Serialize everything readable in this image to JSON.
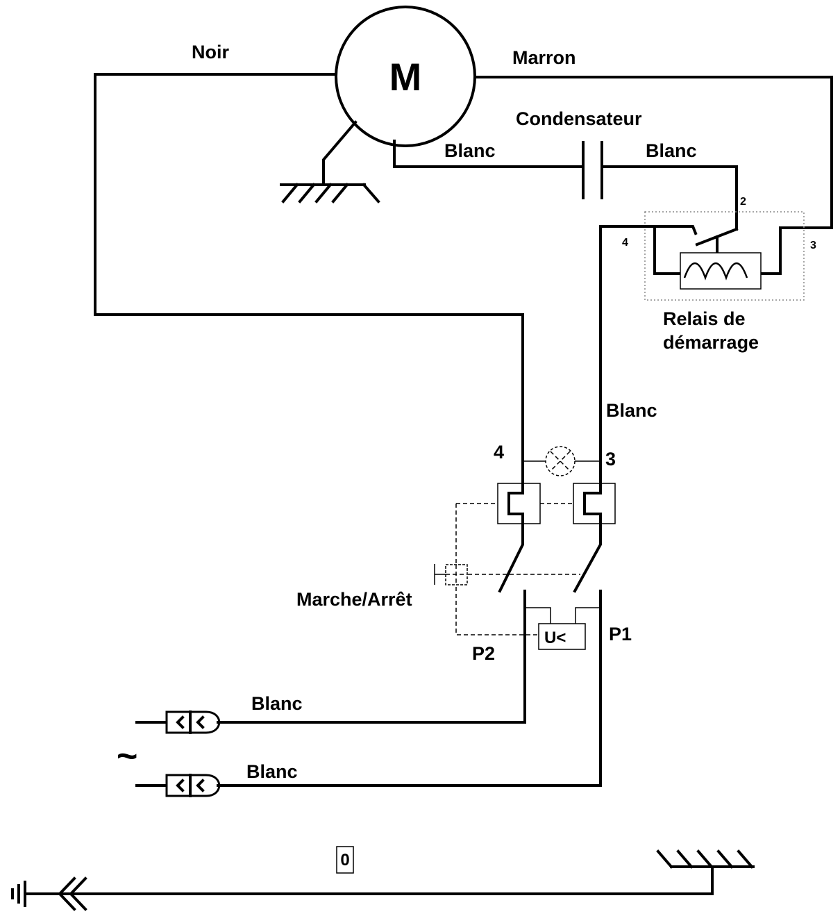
{
  "motor": {
    "symbol": "M"
  },
  "wires": {
    "noir": "Noir",
    "marron": "Marron",
    "blanc_cap_left": "Blanc",
    "blanc_cap_right": "Blanc",
    "blanc_relay": "Blanc",
    "blanc_supply_top": "Blanc",
    "blanc_supply_bottom": "Blanc"
  },
  "capacitor": {
    "label": "Condensateur"
  },
  "relay": {
    "label_line1": "Relais de",
    "label_line2": "démarrage",
    "terminal_2": "2",
    "terminal_3": "3",
    "terminal_4": "4"
  },
  "switch": {
    "label": "Marche/Arrêt",
    "terminal_4": "4",
    "terminal_3": "3",
    "p1": "P1",
    "p2": "P2",
    "undervoltage": "U<"
  },
  "supply": {
    "ac_symbol": "~"
  },
  "ground": {
    "zero_label": "0"
  }
}
